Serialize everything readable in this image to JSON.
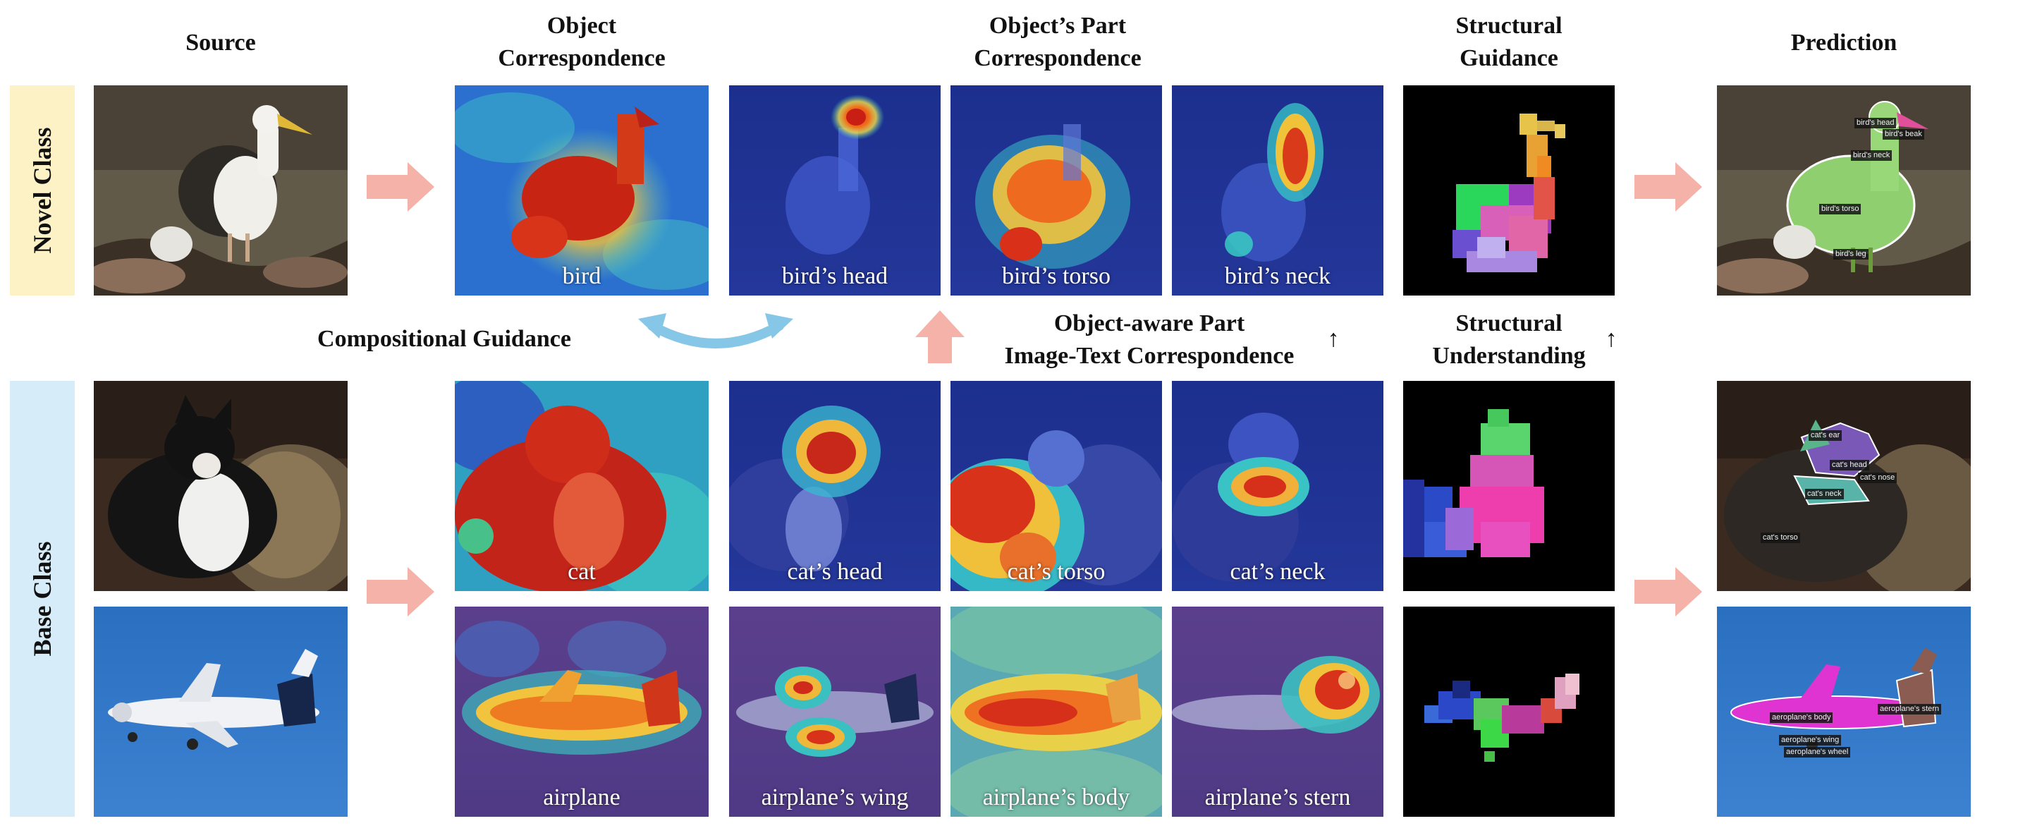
{
  "headers": {
    "source": "Source",
    "object_corr_1": "Object",
    "object_corr_2": "Correspondence",
    "part_corr_1": "Object’s Part",
    "part_corr_2": "Correspondence",
    "struct_guid_1": "Structural",
    "struct_guid_2": "Guidance",
    "prediction": "Prediction"
  },
  "row_labels": {
    "novel": "Novel Class",
    "base": "Base Class"
  },
  "middle": {
    "compositional": "Compositional Guidance",
    "object_aware_1": "Object-aware Part",
    "object_aware_2": "Image-Text Correspondence",
    "object_aware_arrow": "↑",
    "structural_1": "Structural",
    "structural_2": "Understanding",
    "structural_arrow": "↑"
  },
  "rows": [
    {
      "id": "bird",
      "captions": [
        "bird",
        "bird’s head",
        "bird’s torso",
        "bird’s neck"
      ],
      "pred_labels": [
        "bird's head",
        "bird's beak",
        "bird's neck",
        "bird's torso",
        "bird's leg"
      ]
    },
    {
      "id": "cat",
      "captions": [
        "cat",
        "cat’s head",
        "cat’s torso",
        "cat’s neck"
      ],
      "pred_labels": [
        "cat's ear",
        "cat's head",
        "cat's nose",
        "cat's neck",
        "cat's torso"
      ]
    },
    {
      "id": "airplane",
      "captions": [
        "airplane",
        "airplane’s wing",
        "airplane’s body",
        "airplane’s stern"
      ],
      "pred_labels": [
        "aeroplane's body",
        "aeroplane's stern",
        "aeroplane's wing",
        "aeroplane's wheel"
      ]
    }
  ],
  "colors": {
    "novel_band": "#fdf1c6",
    "base_band": "#d6ecf8",
    "pink_arrow": "#f4b2a8",
    "blue_arrow": "#86c6e6"
  }
}
